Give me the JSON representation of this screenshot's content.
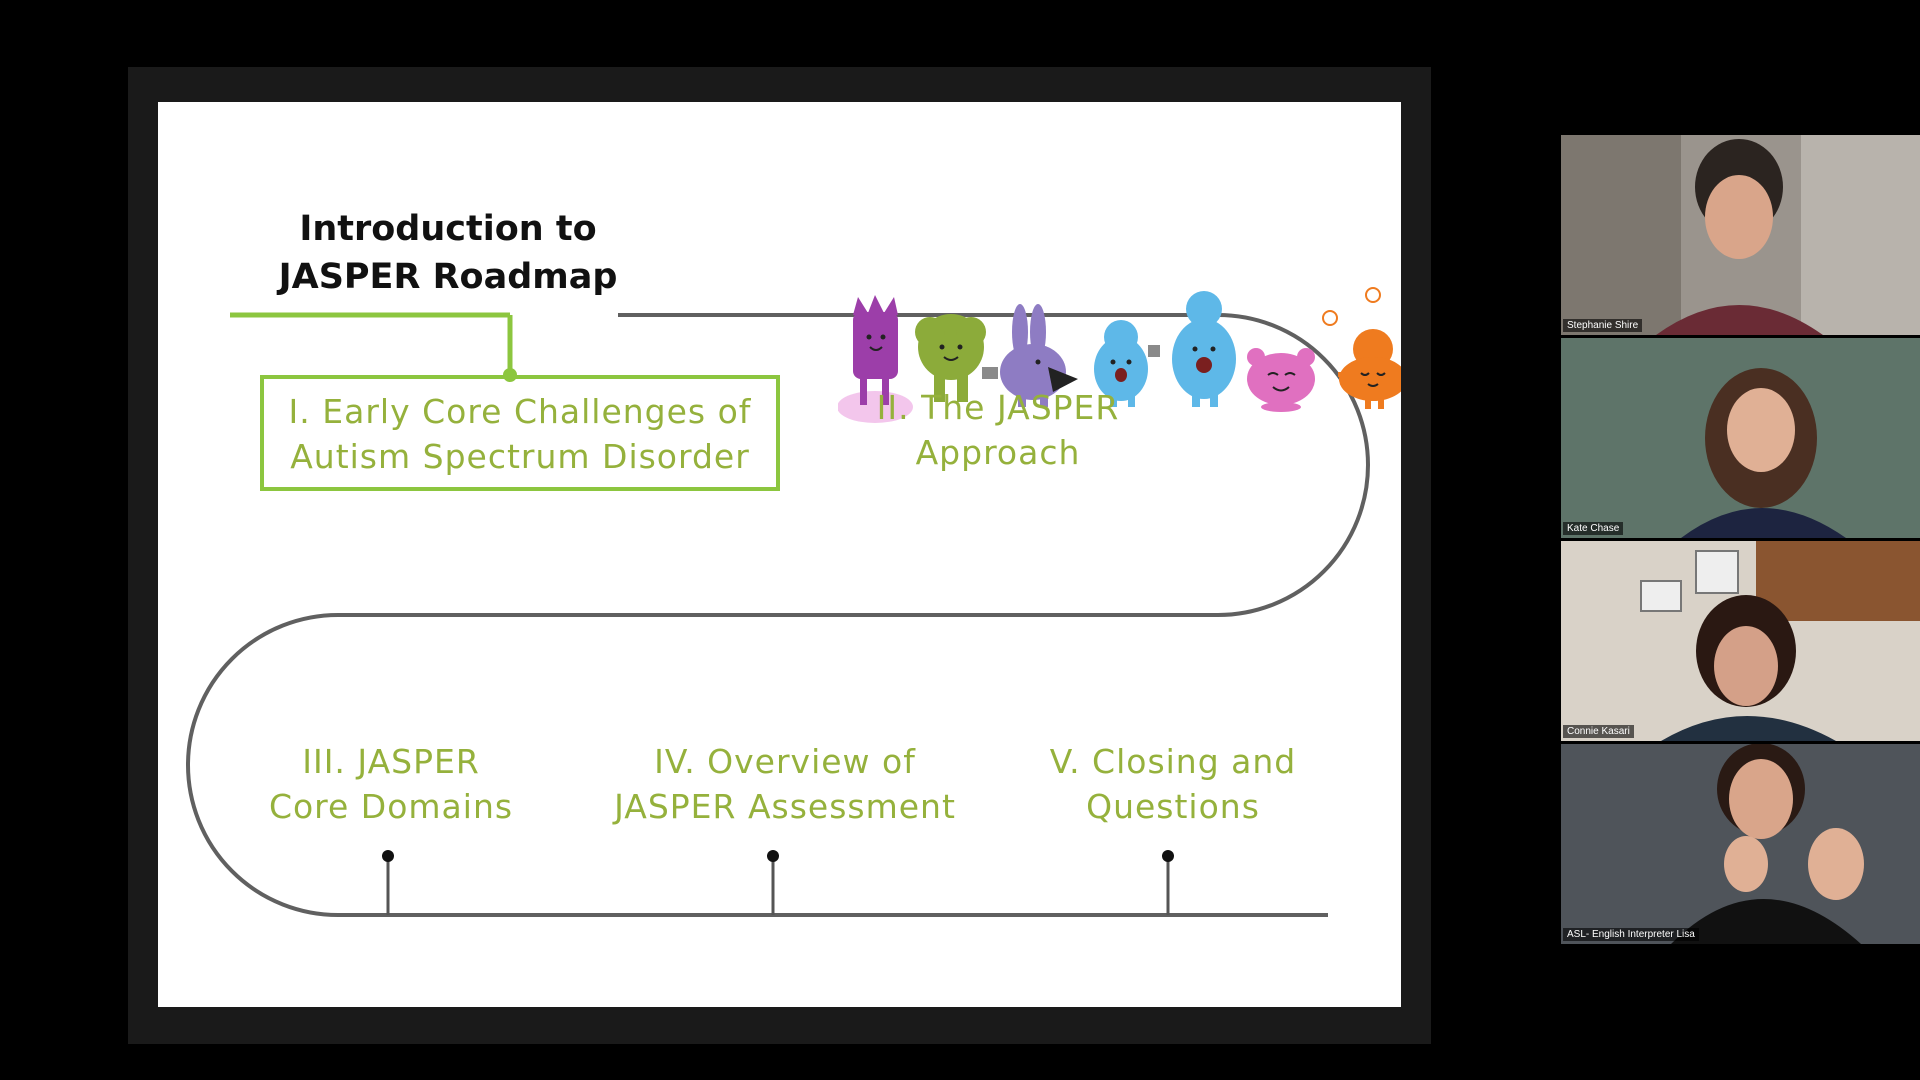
{
  "slide": {
    "title_line1": "Introduction to",
    "title_line2": "JASPER  Roadmap",
    "topics": [
      {
        "line1": "I. Early Core Challenges of",
        "line2": "Autism Spectrum Disorder",
        "highlighted": true
      },
      {
        "line1": "II. The JASPER",
        "line2": "Approach"
      },
      {
        "line1": "III. JASPER",
        "line2": "Core Domains"
      },
      {
        "line1": "IV. Overview of",
        "line2": "JASPER Assessment"
      },
      {
        "line1": "V. Closing and",
        "line2": "Questions"
      }
    ],
    "colors": {
      "topic_text": "#95b13c",
      "highlight": "#8cc63f",
      "road": "#606060"
    }
  },
  "participants": [
    {
      "name": "Stephanie Shire"
    },
    {
      "name": "Kate Chase"
    },
    {
      "name": "Connie Kasari"
    },
    {
      "name": "ASL- English Interpreter Lisa"
    }
  ]
}
